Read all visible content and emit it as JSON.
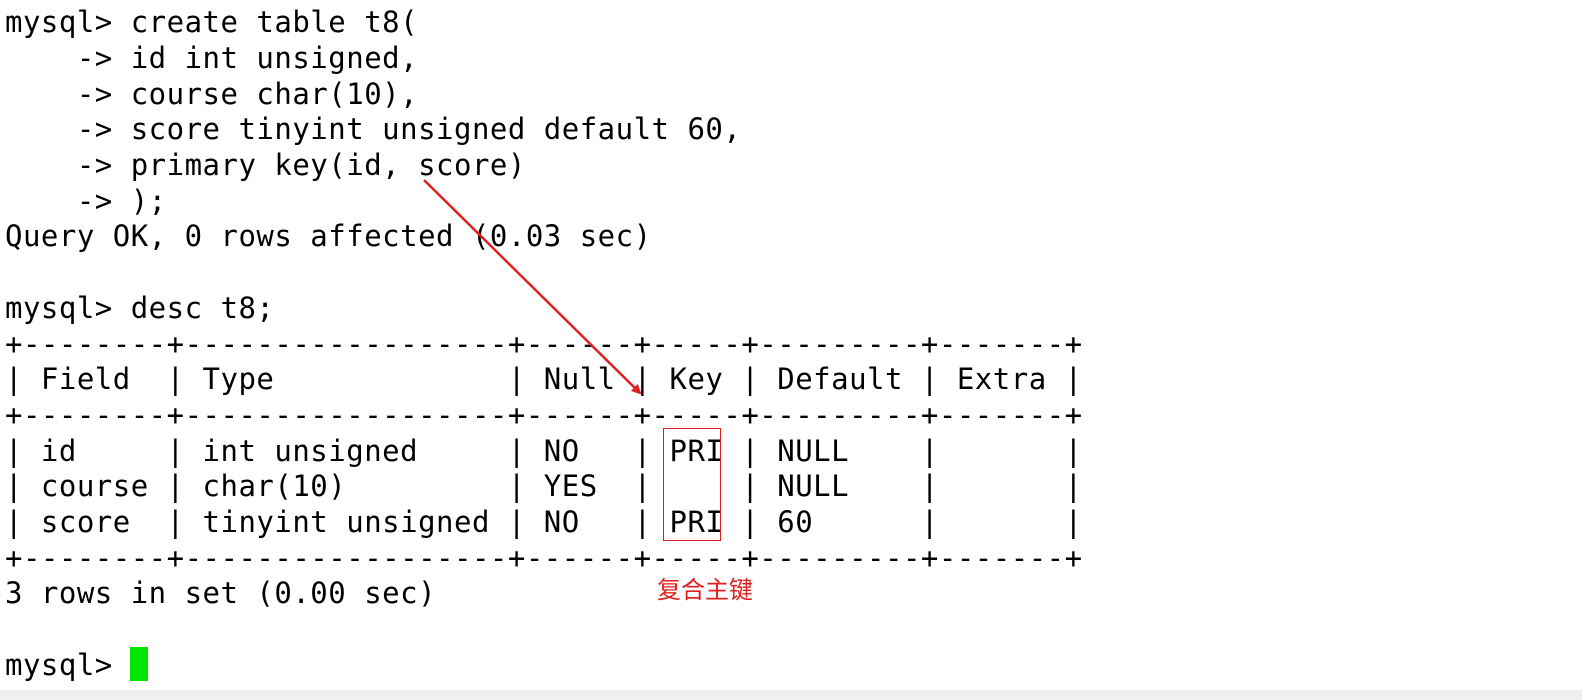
{
  "terminal": {
    "lines": [
      "mysql> create table t8(",
      "    -> id int unsigned,",
      "    -> course char(10),",
      "    -> score tinyint unsigned default 60,",
      "    -> primary key(id, score)",
      "    -> );",
      "Query OK, 0 rows affected (0.03 sec)",
      "",
      "mysql> desc t8;",
      "+--------+------------------+------+-----+---------+-------+",
      "| Field  | Type             | Null | Key | Default | Extra |",
      "+--------+------------------+------+-----+---------+-------+",
      "| id     | int unsigned     | NO   | PRI | NULL    |       |",
      "| course | char(10)         | YES  |     | NULL    |       |",
      "| score  | tinyint unsigned | NO   | PRI | 60      |       |",
      "+--------+------------------+------+-----+---------+-------+",
      "3 rows in set (0.00 sec)",
      "",
      "mysql> "
    ]
  },
  "annotation": {
    "label": "复合主键",
    "color": "#e02020"
  },
  "cursor": {
    "color": "#00e600"
  }
}
